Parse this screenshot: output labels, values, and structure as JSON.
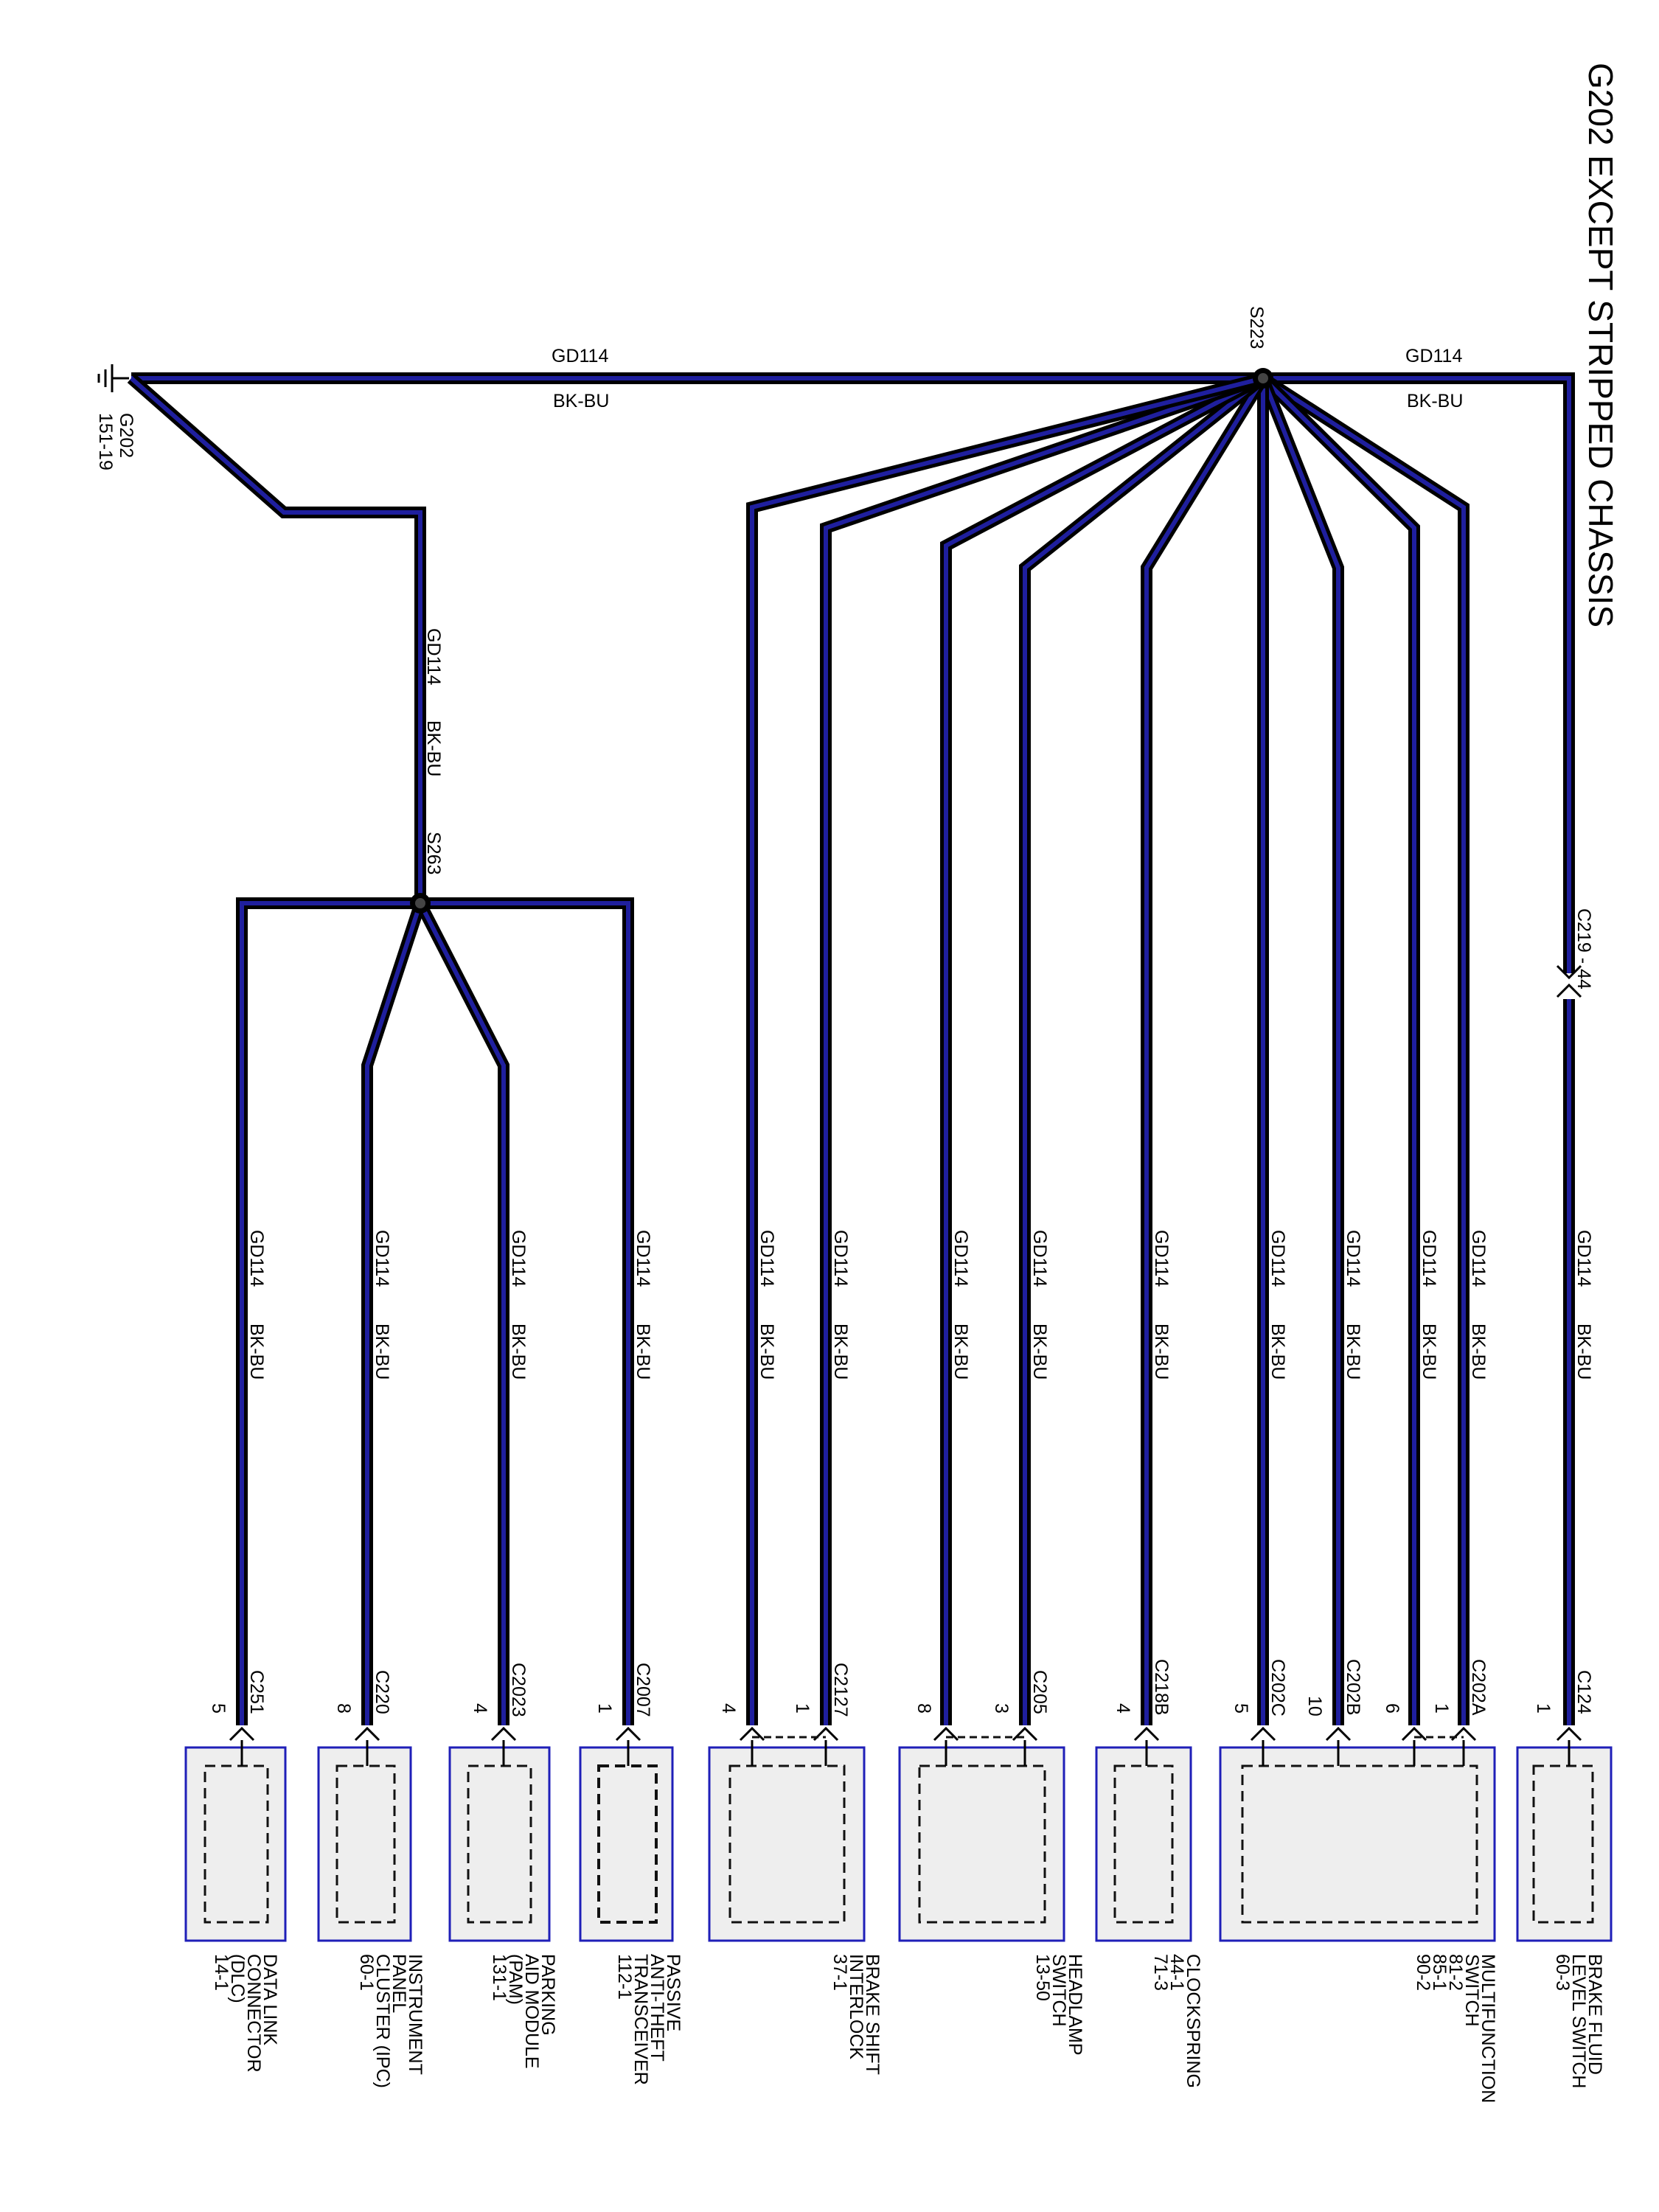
{
  "title": "G202 EXCEPT STRIPPED CHASSIS",
  "ground": {
    "name": "G202",
    "ref": "151-19"
  },
  "wire": {
    "circuit": "GD114",
    "color": "BK-BU"
  },
  "splices": {
    "main": "S223",
    "secondary": "S263"
  },
  "inline_connector": "C219 - 44",
  "components": [
    {
      "id": "brake-fluid",
      "lines": [
        "BRAKE FLUID",
        "LEVEL SWITCH",
        "60-3"
      ],
      "connector": "C124",
      "pins": [
        "1"
      ]
    },
    {
      "id": "multifunction",
      "lines": [
        "MULTIFUNCTION",
        "SWITCH",
        "81-2",
        "85-1",
        "90-2"
      ],
      "connector": "C202A",
      "connector2": "C202B",
      "connector3": "C202C",
      "pins": [
        "1",
        "6",
        "10",
        "5"
      ]
    },
    {
      "id": "clockspring",
      "lines": [
        "CLOCKSPRING",
        "44-1",
        "71-3"
      ],
      "connector": "C218B",
      "pins": [
        "4"
      ]
    },
    {
      "id": "headlamp",
      "lines": [
        "HEADLAMP",
        "SWITCH",
        "13-50"
      ],
      "connector": "C205",
      "pins": [
        "3",
        "8"
      ]
    },
    {
      "id": "brake-shift",
      "lines": [
        "BRAKE SHIFT",
        "INTERLOCK",
        "37-1"
      ],
      "connector": "C2127",
      "pins": [
        "1",
        "4"
      ]
    },
    {
      "id": "pats",
      "lines": [
        "PASSIVE",
        "ANTI-THEFT",
        "TRANSCEIVER",
        "112-1"
      ],
      "connector": "C2007",
      "pins": [
        "1"
      ]
    },
    {
      "id": "pam",
      "lines": [
        "PARKING",
        "AID MODULE",
        "(PAM)",
        "131-1"
      ],
      "connector": "C2023",
      "pins": [
        "4"
      ]
    },
    {
      "id": "ipc",
      "lines": [
        "INSTRUMENT",
        "PANEL",
        "CLUSTER (IPC)",
        "60-1"
      ],
      "connector": "C220",
      "pins": [
        "8"
      ]
    },
    {
      "id": "dlc",
      "lines": [
        "DATA LINK",
        "CONNECTOR",
        "(DLC)",
        "14-1"
      ],
      "connector": "C251",
      "pins": [
        "5"
      ]
    }
  ]
}
